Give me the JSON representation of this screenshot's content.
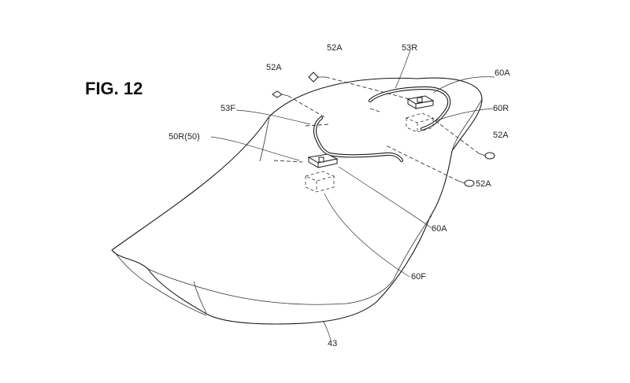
{
  "figure": {
    "title": "FIG. 12",
    "labels": {
      "l52A_top": "52A",
      "l53R": "53R",
      "l52A_left": "52A",
      "l60A_top": "60A",
      "l53F": "53F",
      "l60R": "60R",
      "l50R": "50R(50)",
      "l52A_right": "52A",
      "l52A_lower": "52A",
      "l60A_bottom": "60A",
      "l60F": "60F",
      "l43": "43"
    }
  }
}
